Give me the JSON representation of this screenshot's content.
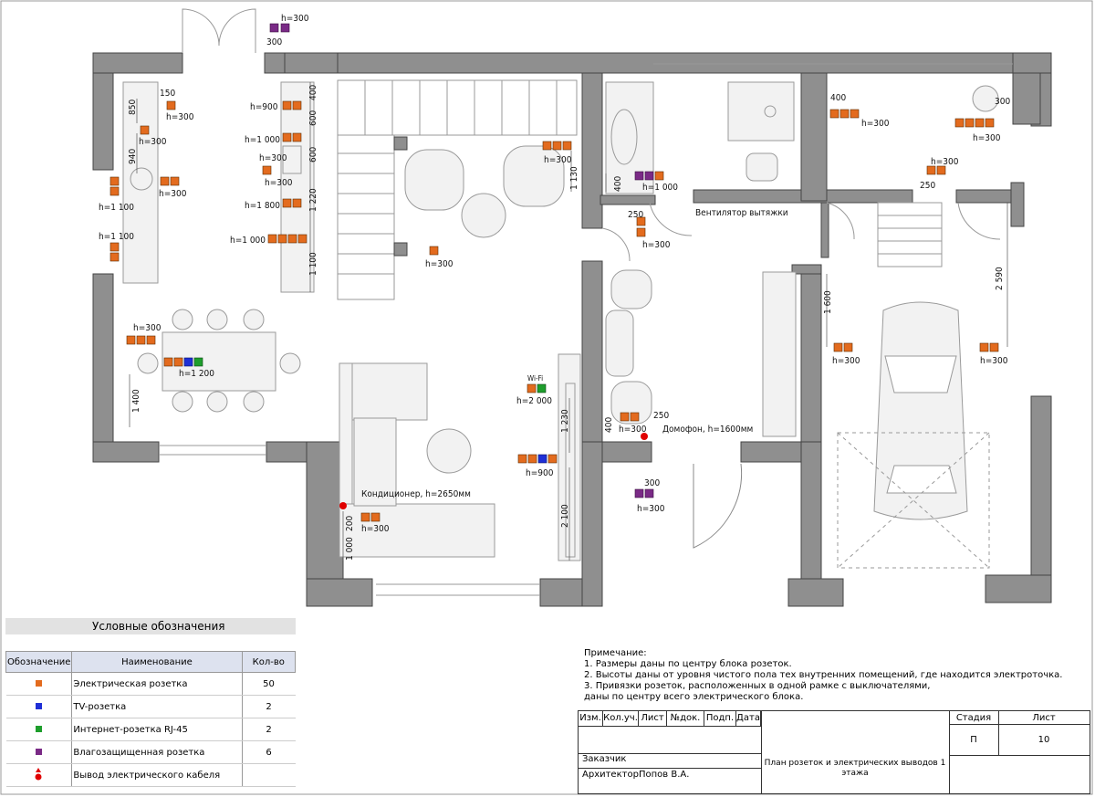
{
  "plan": {
    "labels": {
      "h300_top": "h=300",
      "d300_top": "300",
      "d150": "150",
      "d850": "850",
      "k_h300": "h=300",
      "d940": "940",
      "k_h300b": "h=300",
      "k_h300c": "h=300",
      "k_h1100a": "h=1 100",
      "k_h1100b": "h=1 100",
      "h900": "h=900",
      "h1000a": "h=1 000",
      "h300m": "h=300",
      "h300n": "h=300",
      "h1800": "h=1 800",
      "h1000b": "h=1 000",
      "d400": "400",
      "d600a": "600",
      "d600b": "600",
      "d1220": "1 220",
      "d1100": "1 100",
      "h300st": "h=300",
      "d1130": "1 130",
      "h300lr": "h=300",
      "bath_d400": "400",
      "bath_h1000": "h=1 000",
      "d250a": "250",
      "h300corr": "h=300",
      "vent": "Вентилятор вытяжки",
      "br_d400": "400",
      "br_h300": "h=300",
      "br_d300": "300",
      "br_h300b": "h=300",
      "br_h300c": "h=300",
      "br_d250": "250",
      "g_d2590": "2 590",
      "g_d1600": "1 600",
      "g_h300a": "h=300",
      "g_h300b": "h=300",
      "din_h300": "h=300",
      "din_h1200": "h=1 200",
      "din_d1400": "1 400",
      "wifi": "Wi-Fi",
      "h2000": "h=2 000",
      "d1230": "1 230",
      "h900b": "h=900",
      "d2100": "2 100",
      "hall_d400": "400",
      "hall_h300": "h=300",
      "hall_d250": "250",
      "intercom": "Домофон, h=1600мм",
      "ac": "Кондиционер, h=2650мм",
      "ac_d200": "200",
      "ac_h300": "h=300",
      "ac_d1000": "1 000",
      "ent_d300": "300",
      "ent_h300": "h=300"
    }
  },
  "legend": {
    "title": "Условные обозначения",
    "headers": [
      "Обозначение",
      "Наименование",
      "Кол-во"
    ],
    "rows": [
      {
        "name": "Электрическая розетка",
        "count": "50",
        "color": "#e36b1e"
      },
      {
        "name": "TV-розетка",
        "count": "2",
        "color": "#1f2fd6"
      },
      {
        "name": "Интернет-розетка RJ-45",
        "count": "2",
        "color": "#1e9e2c"
      },
      {
        "name": "Влагозащищенная розетка",
        "count": "6",
        "color": "#7a2a86"
      },
      {
        "name": "Вывод электрического кабеля",
        "count": "",
        "color": "#e00000"
      }
    ]
  },
  "notes": {
    "title": "Примечание:",
    "n1": "1. Размеры даны по центру блока розеток.",
    "n2": "2. Высоты даны от уровня чистого пола тех внутренних помещений, где находится электроточка.",
    "n3": "3. Привязки розеток, расположенных в одной рамке с выключателями,",
    "n3b": "даны по центру всего электрического блока."
  },
  "stamp": {
    "cols": [
      "Изм.",
      "Кол.уч.",
      "Лист",
      "№док.",
      "Подп.",
      "Дата"
    ],
    "stage_label": "Стадия",
    "sheet_label": "Лист",
    "stage": "П",
    "sheet": "10",
    "customer": "Заказчик",
    "architect_role": "Архитектор",
    "architect_name": "Попов В.А.",
    "title_line1": "План розеток и электрических выводов 1",
    "title_line2": "этажа"
  }
}
